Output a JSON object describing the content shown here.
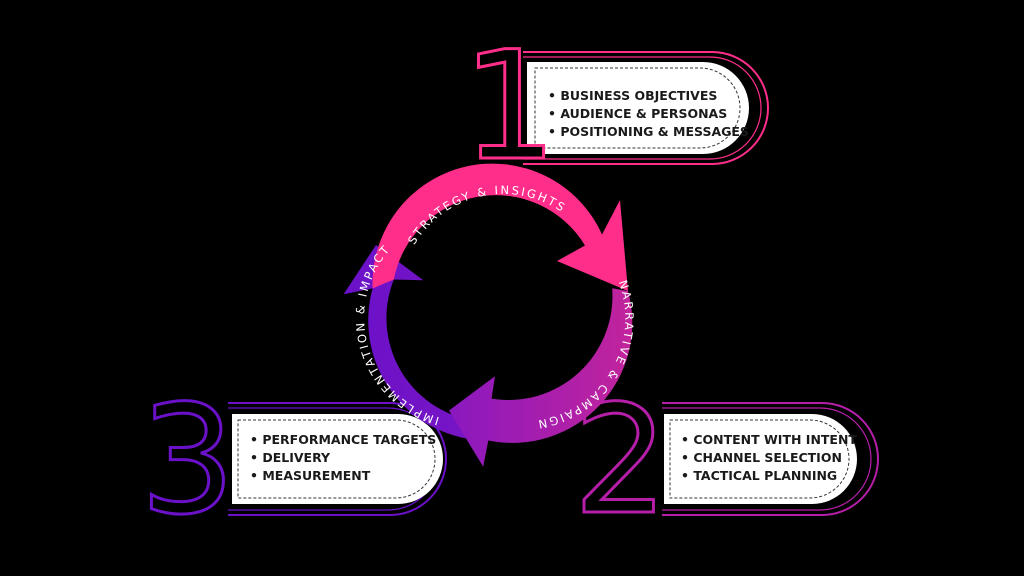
{
  "colors": {
    "background": "#000000",
    "stage1": "#ff2e8a",
    "stage2": "#b51fa8",
    "stage3": "#6a11c9"
  },
  "stages": [
    {
      "number": "1",
      "ring_label": "STRATEGY & INSIGHTS",
      "items": [
        "BUSINESS OBJECTIVES",
        "AUDIENCE & PERSONAS",
        "POSITIONING & MESSAGES"
      ]
    },
    {
      "number": "2",
      "ring_label": "NARRATIVE & CAMPAIGN",
      "items": [
        "CONTENT WITH INTENT",
        "CHANNEL SELECTION",
        "TACTICAL PLANNING"
      ]
    },
    {
      "number": "3",
      "ring_label": "IMPLEMENTATION & IMPACT",
      "items": [
        "PERFORMANCE TARGETS",
        "DELIVERY",
        "MEASUREMENT"
      ]
    }
  ]
}
